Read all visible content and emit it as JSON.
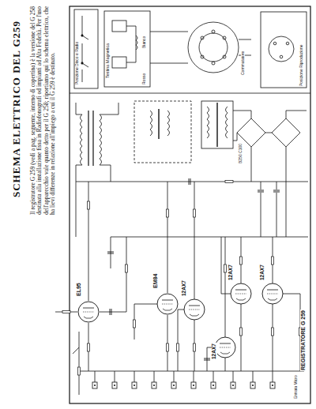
{
  "diagram": {
    "title": "SCHEMA ELETTRICO DEL G259",
    "caption": "Il registratore G 259 (vedi a pag. seguente, interno di copertina) è la versione del G 258 destinata alla installazione fissa in Radiofonografi od impianti ad Alta Fedeltà. Per l'uso dell'apparecchio vale quanto detto per il G 258; riportiamo qui lo schema elettrico, che ha lievi differenze in relazione all'impiego a cui il G 259 è destinato.",
    "labels": [
      "Posizione Disco e Radio",
      "Testina Magnetica",
      "Rosso",
      "Bianco",
      "Commutatore",
      "Posizione Riproduzione",
      "EL95",
      "EM84",
      "12AX7",
      "12AX7",
      "12AX7",
      "12AX7",
      "B250 C100",
      "REGISTRATORE G 259",
      "Entrata Micro"
    ]
  }
}
